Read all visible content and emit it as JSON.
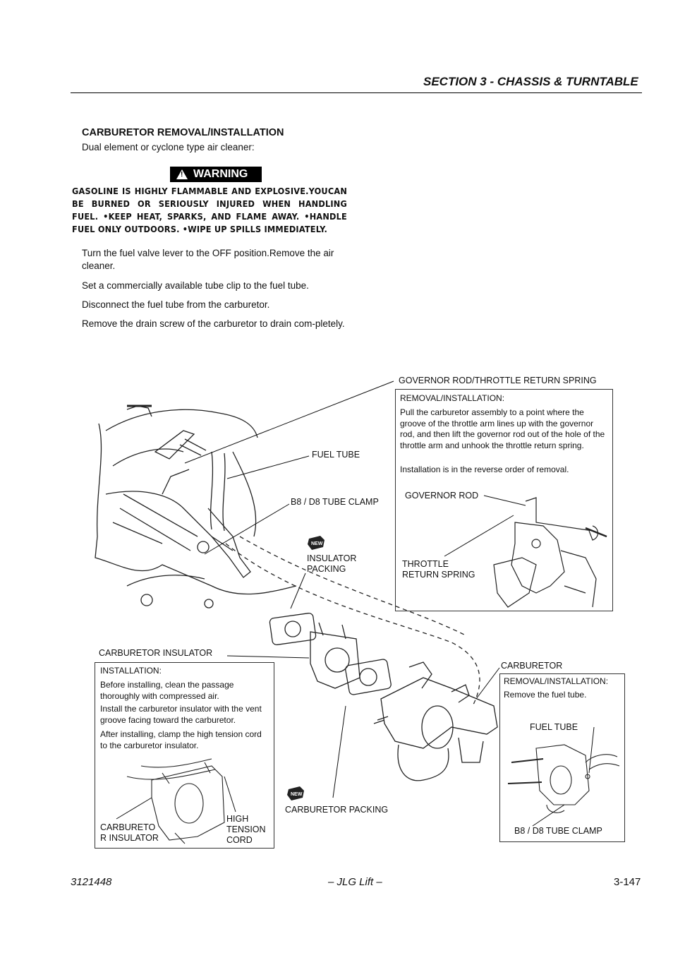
{
  "header": {
    "section": "SECTION 3 - CHASSIS & TURNTABLE"
  },
  "title": "CARBURETOR REMOVAL/INSTALLATION",
  "subtitle": "Dual element or cyclone type air cleaner:",
  "warning": {
    "badge": "WARNING",
    "text": "GASOLINE IS HIGHLY FLAMMABLE AND EXPLOSIVE.YOUCAN BE BURNED OR SERIOUSLY INJURED WHEN HANDLING FUEL. •KEEP HEAT, SPARKS, AND FLAME AWAY. •HANDLE FUEL ONLY OUTDOORS. •WIPE UP SPILLS IMMEDIATELY."
  },
  "steps": [
    "Turn the fuel valve lever to the OFF position.Remove the air cleaner.",
    "Set a commercially available tube clip to the fuel tube.",
    "Disconnect the fuel tube from the carburetor.",
    "Remove the drain screw of the carburetor to drain com-pletely."
  ],
  "diagram": {
    "governor_label": "GOVERNOR ROD/THROTTLE RETURN SPRING",
    "governor_box": {
      "heading": "REMOVAL/INSTALLATION:",
      "para1": "Pull the carburetor assembly to a point where the groove of the throttle arm lines up with the governor rod, and then lift the governor rod out of the hole of the throttle arm and unhook the throttle return spring.",
      "para2": "Installation is in the reverse order of removal.",
      "governor_rod": "GOVERNOR ROD",
      "throttle_spring_1": "THROTTLE",
      "throttle_spring_2": "RETURN SPRING"
    },
    "fuel_tube": "FUEL TUBE",
    "tube_clamp": "B8 / D8 TUBE CLAMP",
    "new_badge": "NEW",
    "insulator_packing_1": "INSULATOR",
    "insulator_packing_2": "PACKING",
    "carb_insulator_label": "CARBURETOR INSULATOR",
    "install_box": {
      "heading": "INSTALLATION:",
      "para1": "Before installing, clean the passage thoroughly with compressed air.",
      "para2": "Install the carburetor insulator with the vent groove facing toward the carburetor.",
      "para3": "After installing, clamp the high tension cord to the carburetor insulator.",
      "carb_ins_1": "CARBURETO",
      "carb_ins_2": "R INSULATOR",
      "hv_1": "HIGH",
      "hv_2": "TENSION",
      "hv_3": "CORD"
    },
    "carburetor_label": "CARBURETOR",
    "carb_box": {
      "heading": "REMOVAL/INSTALLATION:",
      "para1": "Remove the fuel tube.",
      "fuel_tube": "FUEL TUBE",
      "tube_clamp": "B8 / D8 TUBE CLAMP"
    },
    "carb_packing": "CARBURETOR PACKING"
  },
  "footer": {
    "left": "3121448",
    "center": "– JLG Lift –",
    "right": "3-147"
  }
}
